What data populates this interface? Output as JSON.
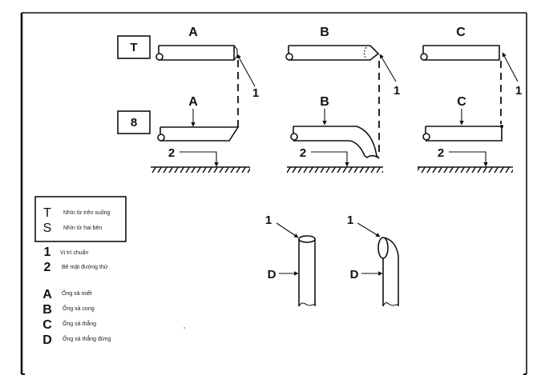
{
  "view_boxes": {
    "top": "T",
    "side": "8"
  },
  "columns": [
    {
      "id": "A",
      "top_label": "A",
      "side_label": "A",
      "ref_label": "1",
      "surface_label": "2"
    },
    {
      "id": "B",
      "top_label": "B",
      "side_label": "B",
      "ref_label": "1",
      "surface_label": "2"
    },
    {
      "id": "C",
      "top_label": "C",
      "side_label": "C",
      "ref_label": "1",
      "surface_label": "2"
    }
  ],
  "vertical_pipes": [
    {
      "ref_label": "1",
      "pipe_label": "D"
    },
    {
      "ref_label": "1",
      "pipe_label": "D"
    }
  ],
  "legend": {
    "views": [
      {
        "key": "T",
        "text": "Nhìn từ trên xuống"
      },
      {
        "key": "S",
        "text": "Nhìn từ hai bên"
      }
    ],
    "refs": [
      {
        "key": "1",
        "text": "Vị trí chuẩn"
      },
      {
        "key": "2",
        "text": "Bề mặt đường thử"
      }
    ],
    "pipes": [
      {
        "key": "A",
        "text": "Ống xả miết"
      },
      {
        "key": "B",
        "text": "Ống xả cong"
      },
      {
        "key": "C",
        "text": "Ống xả thẳng"
      },
      {
        "key": "D",
        "text": "Ống xả thẳng đứng"
      }
    ]
  }
}
